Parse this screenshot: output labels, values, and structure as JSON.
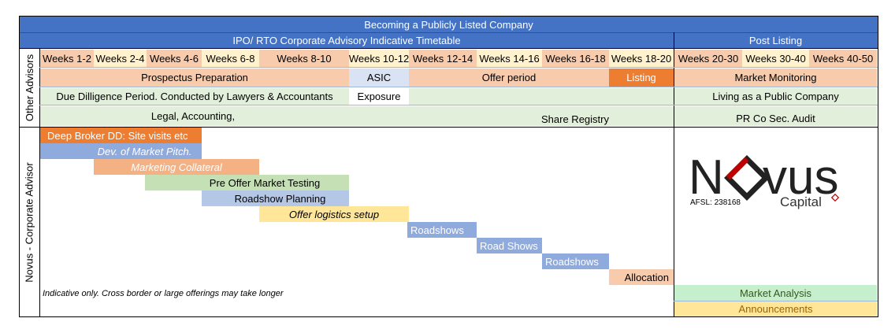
{
  "title": "Becoming a Publicly Listed Company",
  "timetable_header": "IPO/ RTO  Corporate Advisory  Indicative Timetable",
  "post_listing_header": "Post Listing",
  "side_labels": {
    "other_advisors": "Other Advisors",
    "novus": "Novus - Corporate Advisor"
  },
  "weeks": [
    "Weeks 1-2",
    "Weeks 2-4",
    "Weeks 4-6",
    "Weeks 6-8",
    "Weeks 8-10",
    "Weeks 10-12",
    "Weeks 12-14",
    "Weeks 14-16",
    "Weeks 16-18",
    "Weeks 18-20",
    "Weeks 20-30",
    "Weeks 30-40",
    "Weeks 40-50"
  ],
  "row1": {
    "prospectus": "Prospectus Preparation",
    "asic": "ASIC",
    "offer_period": "Offer period",
    "listing": "Listing",
    "market_monitoring": "Market Monitoring"
  },
  "row2": {
    "due_diligence": "Due Dilligence Period.  Conducted by Lawyers & Accountants",
    "exposure": "Exposure",
    "living": "Living as a Public Company"
  },
  "row3": {
    "legal": "Legal, Accounting,",
    "share_registry": "Share Registry",
    "pr": "PR  Co Sec.  Audit"
  },
  "gantt": {
    "deep_broker": "Deep Broker DD: Site visits etc",
    "market_pitch": "Dev. of Market Pitch.",
    "marketing_collateral": "Marketing Collateral",
    "pre_offer": "Pre Offer Market Testing",
    "roadshow_planning": "Roadshow Planning",
    "offer_logistics": "Offer logistics setup",
    "roadshows1": "Roadshows",
    "road_shows": "Road Shows",
    "roadshows2": "Roadshows",
    "allocation": "Allocation"
  },
  "note": "Indicative only.  Cross border or large offerings may take longer",
  "post": {
    "market_analysis": "Market Analysis",
    "announcements": "Announcements"
  },
  "logo": {
    "name": "Novus",
    "sub": "Capital",
    "afsl": "AFSL: 238168"
  },
  "colors": {
    "header_blue": "#4472c4",
    "orange_accent": "#ed7d31",
    "logo_red": "#c00000"
  }
}
